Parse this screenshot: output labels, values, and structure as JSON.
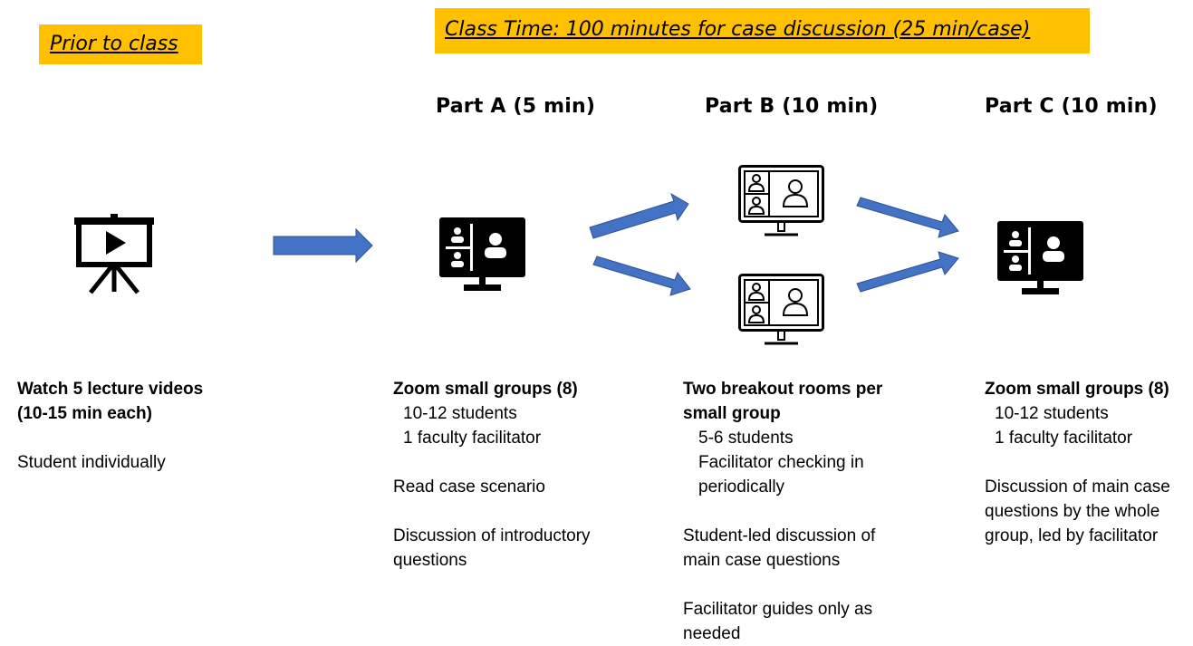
{
  "banners": {
    "prior": "Prior to class",
    "class_time": "Class Time: 100 minutes for case discussion (25 min/case)"
  },
  "parts": {
    "a": "Part A (5 min)",
    "b": "Part B (10 min)",
    "c": "Part C (10 min)"
  },
  "columns": {
    "prior": {
      "heading_lines": [
        "Watch 5 lecture videos",
        "(10-15 min each)"
      ],
      "note": "Student individually"
    },
    "part_a": {
      "heading": "Zoom small groups (8)",
      "details": [
        "10-12 students",
        "1 faculty facilitator"
      ],
      "step1": "Read case scenario",
      "step2_lines": [
        "Discussion of introductory",
        "questions"
      ]
    },
    "part_b": {
      "heading_lines": [
        "Two breakout rooms per",
        "small group"
      ],
      "details": [
        "5-6 students",
        "Facilitator checking in",
        "periodically"
      ],
      "step1_lines": [
        "Student-led discussion of",
        "main case questions"
      ],
      "step2_lines": [
        "Facilitator guides only as",
        "needed"
      ]
    },
    "part_c": {
      "heading": "Zoom small groups (8)",
      "details": [
        "10-12 students",
        "1 faculty facilitator"
      ],
      "step1_lines": [
        "Discussion of main case",
        "questions by the whole",
        "group, led by facilitator"
      ]
    }
  },
  "icons": [
    "presentation-icon",
    "video-conference-icon",
    "video-conference-outline-icon"
  ],
  "colors": {
    "banner": "#ffc000",
    "arrow": "#4472c4",
    "arrow_border": "#2f528f"
  }
}
